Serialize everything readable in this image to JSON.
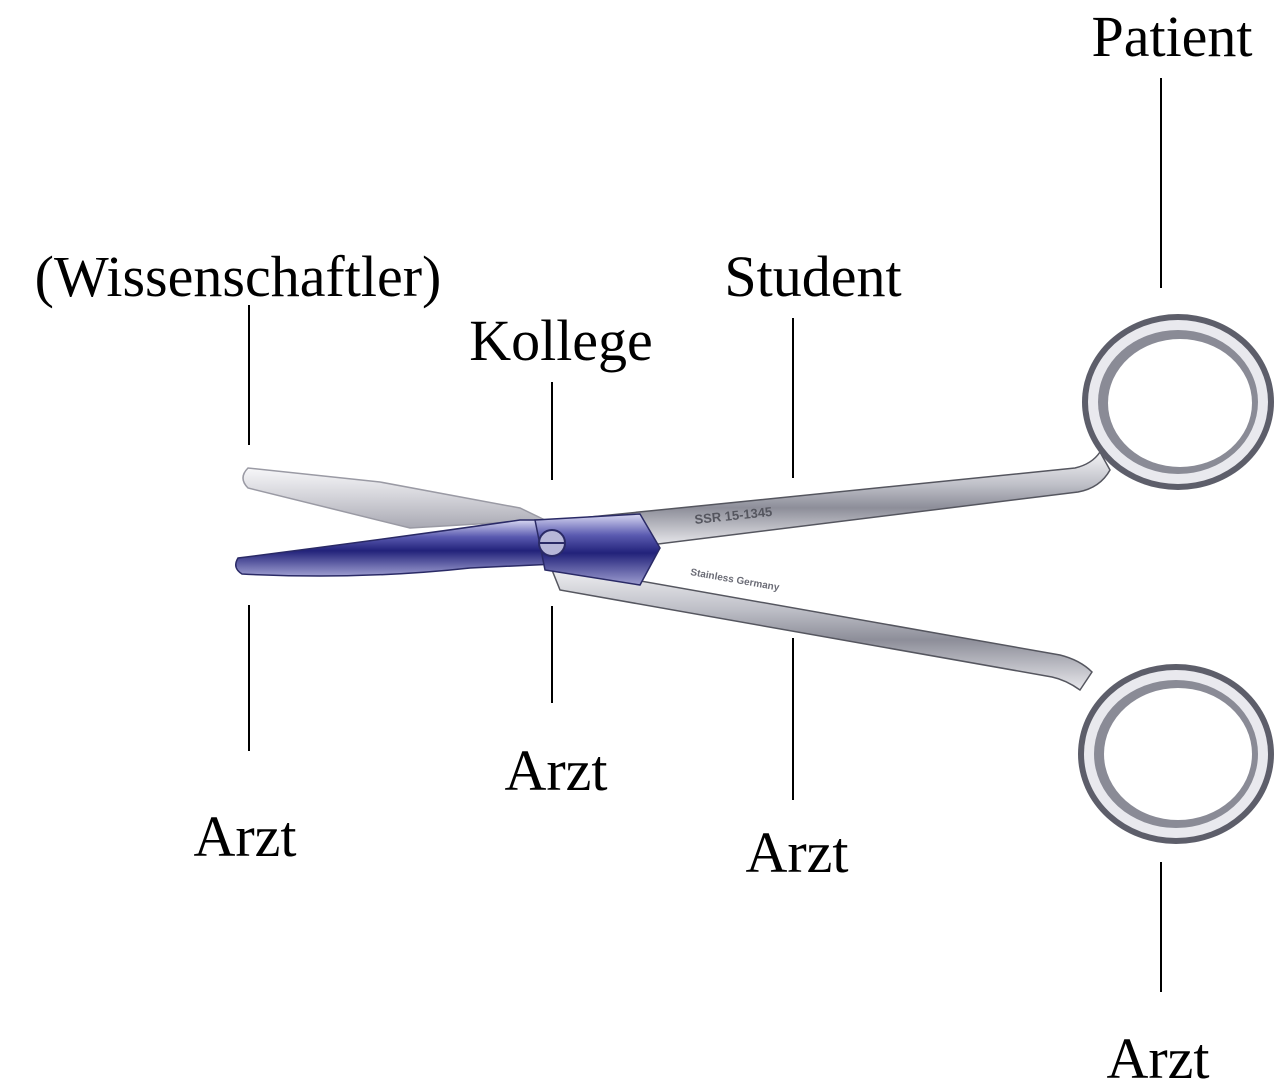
{
  "labels": {
    "top": {
      "patient": "Patient",
      "wissenschaftler": "(Wissenschaftler)",
      "kollege": "Kollege",
      "student": "Student"
    },
    "bottom": {
      "arzt_1": "Arzt",
      "arzt_2": "Arzt",
      "arzt_3": "Arzt",
      "arzt_4": "Arzt"
    }
  },
  "instrument": {
    "engraving_top": "SSR 15-1345",
    "engraving_bottom": "Stainless Germany"
  }
}
